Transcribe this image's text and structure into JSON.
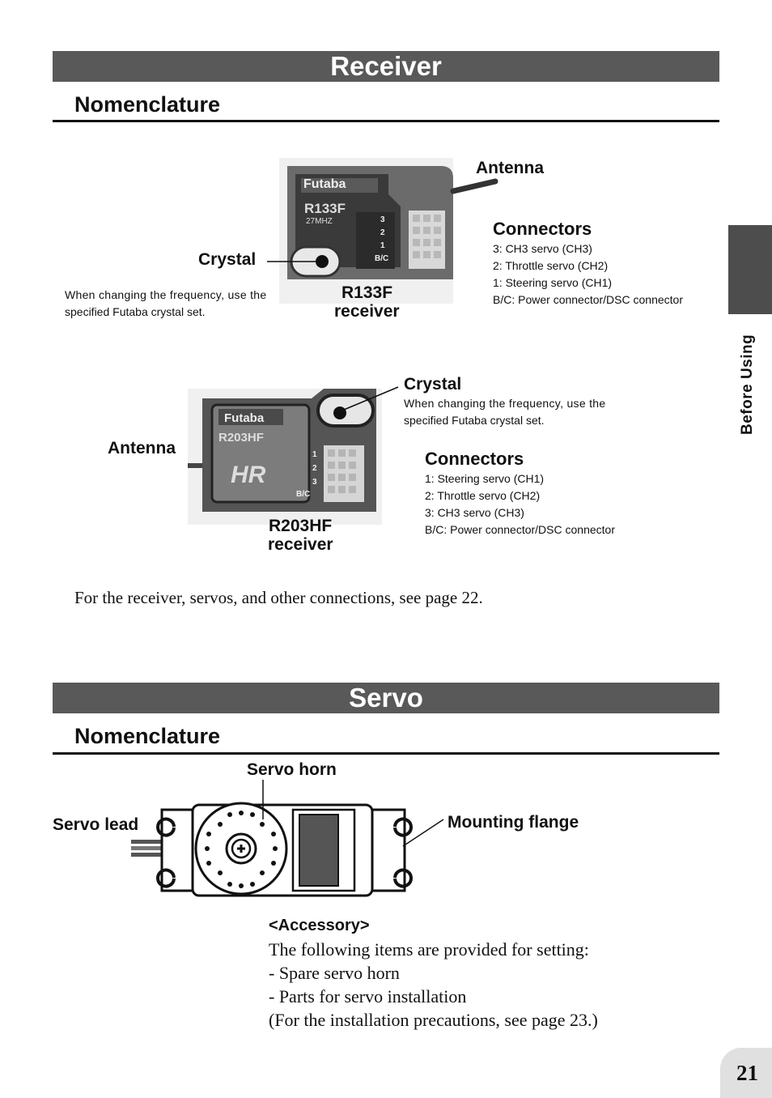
{
  "receiver": {
    "title": "Receiver",
    "subtitle": "Nomenclature",
    "r133f": {
      "antenna": "Antenna",
      "connectors_title": "Connectors",
      "connectors": [
        "3: CH3 servo (CH3)",
        "2: Throttle servo (CH2)",
        "1: Steering servo (CH1)",
        "B/C: Power connector/DSC connector"
      ],
      "crystal": "Crystal",
      "crystal_note_1": "When changing the frequency, use the",
      "crystal_note_2": "specified Futaba crystal set.",
      "model": "R133F",
      "model_sub": "receiver",
      "photo_brand": "Futaba",
      "photo_model": "R133F",
      "photo_freq": "27MHZ",
      "photo_pins": [
        "3",
        "2",
        "1",
        "B/C"
      ]
    },
    "r203hf": {
      "crystal": "Crystal",
      "crystal_note_1": "When changing the frequency, use the",
      "crystal_note_2": "specified Futaba crystal set.",
      "antenna": "Antenna",
      "connectors_title": "Connectors",
      "connectors": [
        "1: Steering servo (CH1)",
        "2: Throttle servo (CH2)",
        "3: CH3 servo (CH3)",
        "B/C: Power connector/DSC connector"
      ],
      "model": "R203HF",
      "model_sub": "receiver",
      "photo_brand": "Futaba",
      "photo_model": "R203HF",
      "photo_logo": "HR",
      "photo_pins": [
        "1",
        "2",
        "3",
        "B/C"
      ]
    },
    "note": "For the receiver, servos, and other connections, see page 22."
  },
  "servo": {
    "title": "Servo",
    "subtitle": "Nomenclature",
    "horn": "Servo horn",
    "lead": "Servo lead",
    "flange": "Mounting flange",
    "accessory_title": "<Accessory>",
    "accessory_lines": [
      "The following items are provided for setting:",
      "- Spare servo horn",
      "- Parts for servo installation",
      "(For the installation precautions, see page 23.)"
    ]
  },
  "side_tab": "Before Using",
  "page_number": "21",
  "colors": {
    "bar": "#595959",
    "tab": "#4d4d4d",
    "page_tab": "#e0e0e0"
  }
}
